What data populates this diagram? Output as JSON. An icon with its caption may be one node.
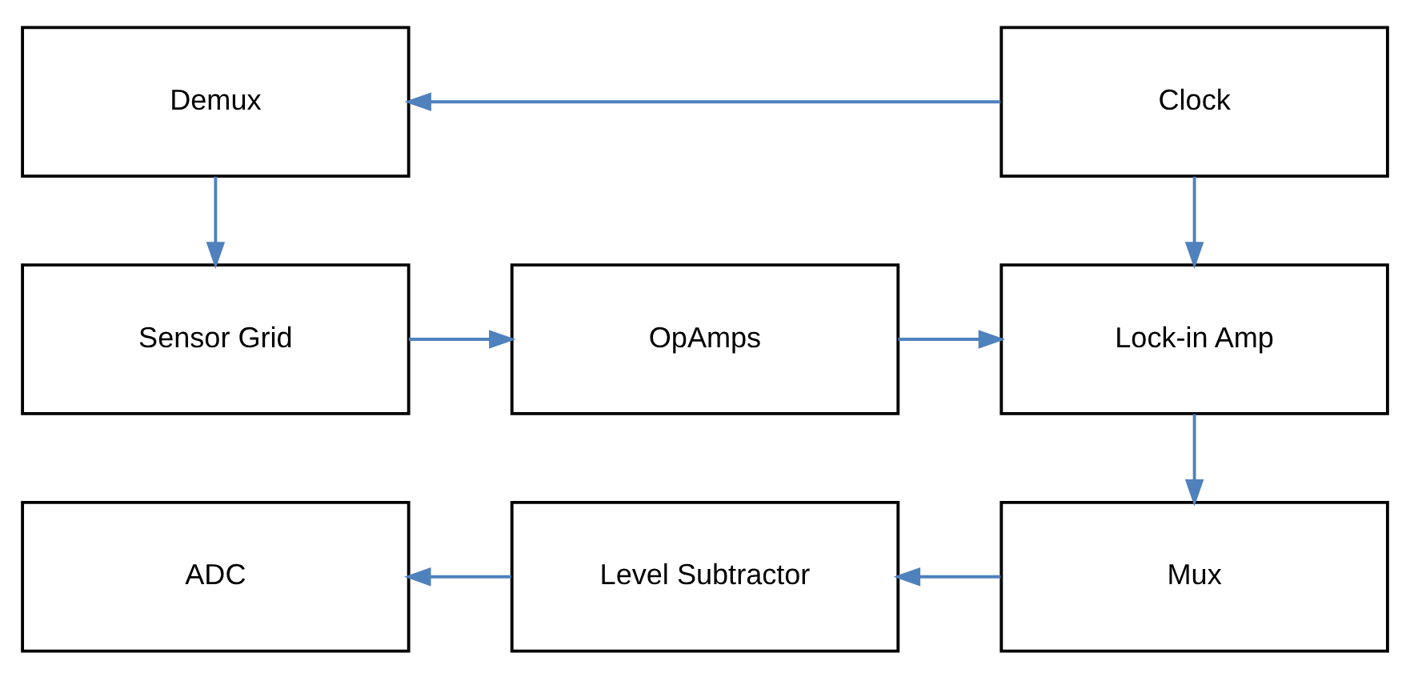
{
  "diagram": {
    "nodes": [
      {
        "text": [
          "Demux"
        ]
      },
      {
        "text": [
          "Clock"
        ]
      },
      {
        "text": [
          "Sensor Grid"
        ]
      },
      {
        "text": [
          "OpAmps"
        ]
      },
      {
        "text": [
          "Lock-in Amp"
        ]
      },
      {
        "text": [
          "ADC"
        ]
      },
      {
        "text": [
          "Level Subtractor"
        ]
      },
      {
        "text": [
          "Mux"
        ]
      }
    ],
    "edges": [
      {
        "from": 1,
        "to": 0,
        "arrow": "to",
        "color": "#4f81bd"
      },
      {
        "from": 0,
        "to": 2,
        "arrow": "to",
        "color": "#4f81bd"
      },
      {
        "from": 1,
        "to": 4,
        "arrow": "to",
        "color": "#4f81bd"
      },
      {
        "from": 2,
        "to": 3,
        "arrow": "to",
        "color": "#4f81bd"
      },
      {
        "from": 3,
        "to": 4,
        "arrow": "to",
        "color": "#4f81bd"
      },
      {
        "from": 4,
        "to": 7,
        "arrow": "to",
        "color": "#4f81bd"
      },
      {
        "from": 7,
        "to": 6,
        "arrow": "to",
        "color": "#4f81bd"
      },
      {
        "from": 6,
        "to": 5,
        "arrow": "to",
        "color": "#4f81bd"
      }
    ]
  }
}
